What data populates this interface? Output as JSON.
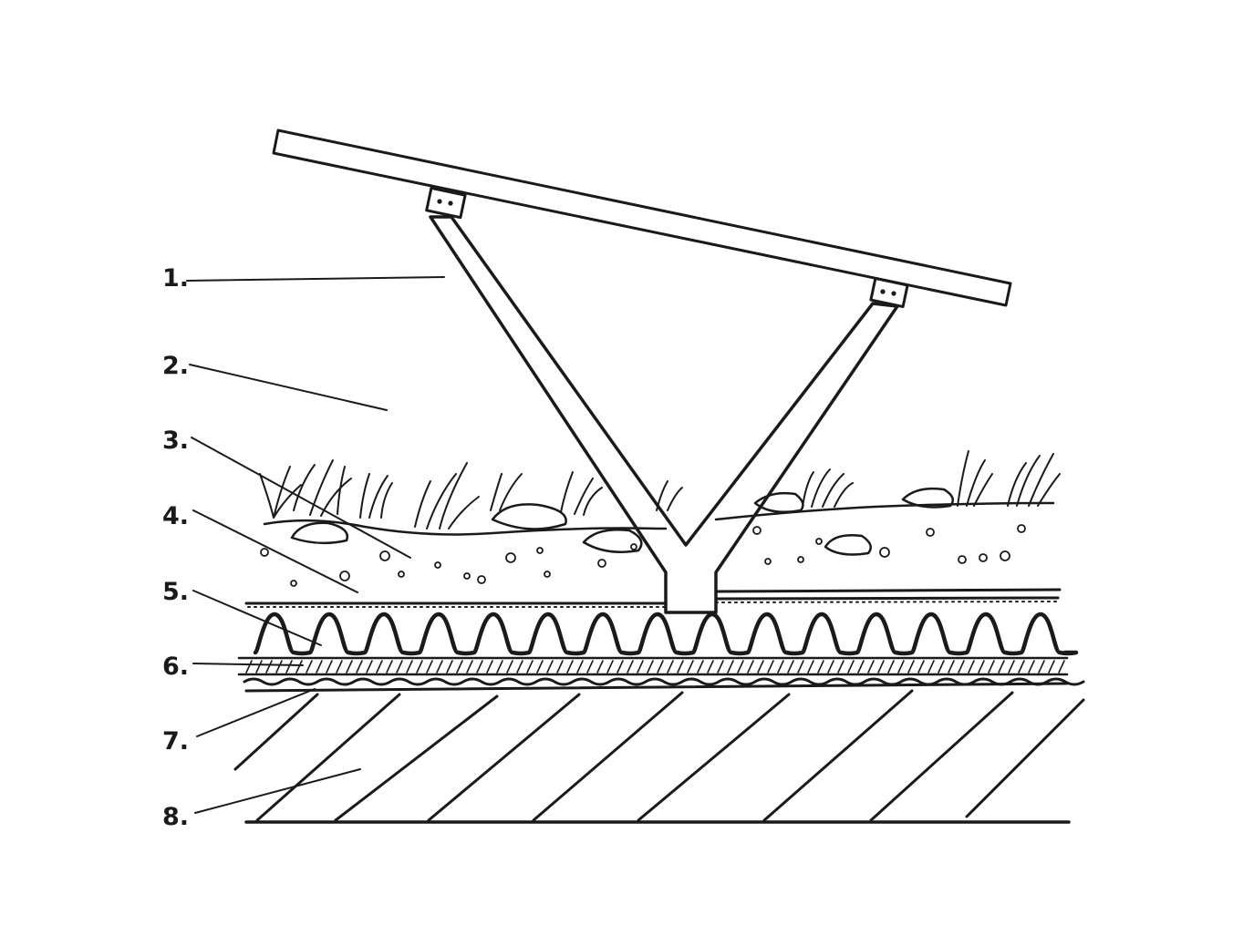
{
  "labels": [
    "1.",
    "2.",
    "3.",
    "4.",
    "5.",
    "6.",
    "7.",
    "8."
  ],
  "colors": {
    "ink": "#1a1a1a",
    "background": "#ffffff"
  }
}
